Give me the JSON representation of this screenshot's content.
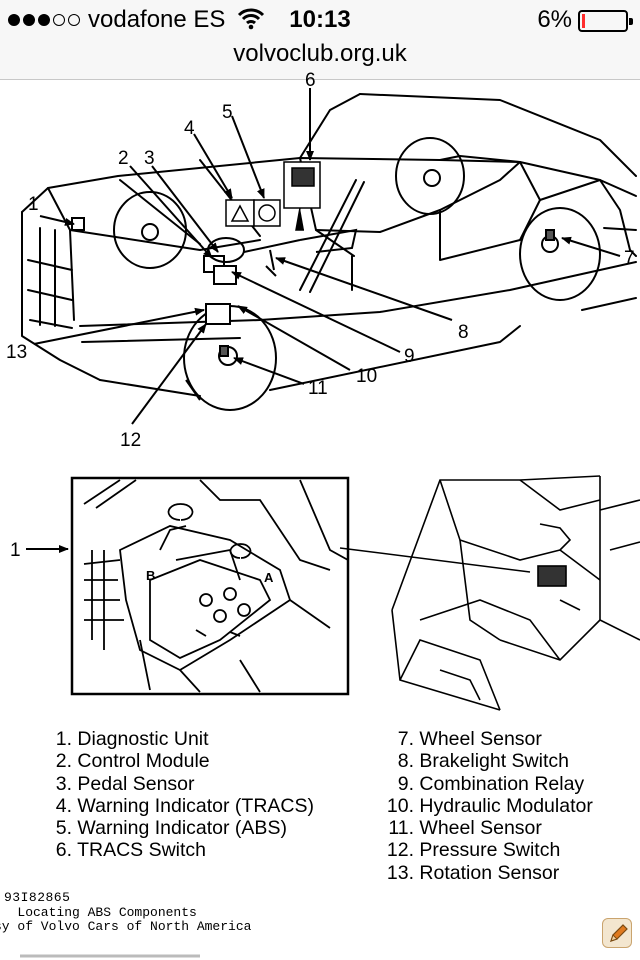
{
  "status_bar": {
    "carrier": "vodafone ES",
    "time": "10:13",
    "battery_percent": "6%",
    "signal_bars_filled": 3,
    "signal_bars_total": 5,
    "battery_level": 0.06,
    "battery_color": "#ff2d2d"
  },
  "address_bar": {
    "url": "volvoclub.org.uk"
  },
  "diagram": {
    "top_callouts": [
      "1",
      "2",
      "3",
      "4",
      "5",
      "6",
      "7",
      "8",
      "9",
      "10",
      "11",
      "12",
      "13"
    ],
    "inset_callout": "1",
    "inset_letters": [
      "B",
      "A"
    ]
  },
  "legend": {
    "left": [
      {
        "num": "1.",
        "label": "Diagnostic Unit"
      },
      {
        "num": "2.",
        "label": "Control Module"
      },
      {
        "num": "3.",
        "label": "Pedal Sensor"
      },
      {
        "num": "4.",
        "label": "Warning Indicator (TRACS)"
      },
      {
        "num": "5.",
        "label": "Warning Indicator (ABS)"
      },
      {
        "num": "6.",
        "label": "TRACS Switch"
      }
    ],
    "right": [
      {
        "num": "7.",
        "label": "Wheel Sensor"
      },
      {
        "num": "8.",
        "label": "Brakelight Switch"
      },
      {
        "num": "9.",
        "label": "Combination Relay"
      },
      {
        "num": "10.",
        "label": "Hydraulic Modulator"
      },
      {
        "num": "11.",
        "label": "Wheel Sensor"
      },
      {
        "num": "12.",
        "label": "Pressure Switch"
      },
      {
        "num": "13.",
        "label": "Rotation Sensor"
      }
    ]
  },
  "figure_code": "93I82865",
  "caption": {
    "line1": ":  Locating ABS Components",
    "line2": "sy of Volvo Cars of North America"
  }
}
